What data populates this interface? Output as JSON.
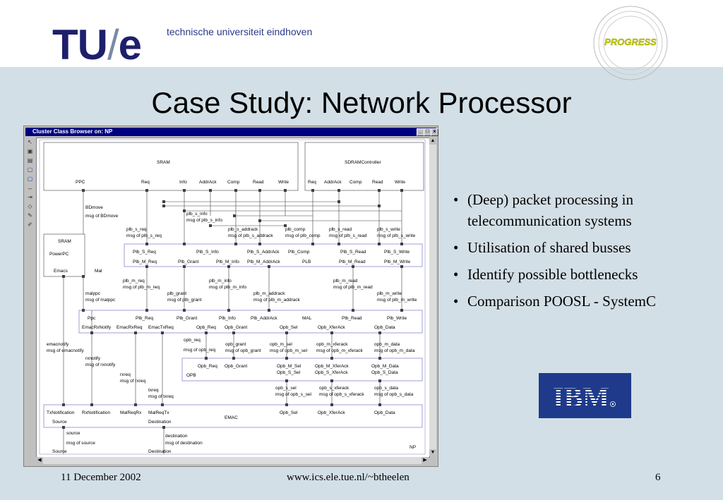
{
  "header": {
    "logo": {
      "tu": "TU",
      "slash": "/",
      "e": "e"
    },
    "university": "technische universiteit eindhoven",
    "progress_logo": {
      "text": "PROGRESS"
    }
  },
  "slide": {
    "title": "Case Study: Network Processor"
  },
  "window": {
    "title": "Cluster Class Browser on: NP",
    "controls": [
      "_",
      "□",
      "x"
    ]
  },
  "diagram": {
    "sram_top": {
      "title": "SRAM",
      "ports": [
        "PPC",
        "Req",
        "Info",
        "AddrAck",
        "Comp",
        "Read",
        "Write"
      ]
    },
    "sdram": {
      "title": "SDRAMController",
      "ports": [
        "Req",
        "AddrAck",
        "Comp",
        "Read",
        "Write"
      ]
    },
    "sram_left": {
      "title": "SRAM",
      "sub": "PowerPC",
      "ports": [
        "Emacs",
        "Mal"
      ]
    },
    "plb": {
      "ports_top": [
        "Plb_S_Req",
        "Plb_S_Info",
        "Plb_S_AddrAck",
        "Plb_Comp",
        "Plb_S_Read",
        "Plb_S_Write"
      ],
      "ports_bottom": [
        "Plb_M_Req",
        "Plb_Grant",
        "Plb_M_Info",
        "Plb_M_AddrAck",
        "PLB",
        "Plb_M_Read",
        "Plb_M_Write"
      ]
    },
    "mal": {
      "ports_top": [
        "Ppc",
        "Plb_Req",
        "Plb_Grant",
        "Plb_Info",
        "Plb_AddrAck",
        "MAL",
        "Plb_Read",
        "Plb_Write"
      ],
      "ports_bottom": [
        "EmacRxNotify",
        "EmacRxReq",
        "EmacTxReq",
        "Opb_Req",
        "Opb_Grant",
        "Opb_Sel",
        "Opb_XferAck",
        "Opb_Data"
      ]
    },
    "opb": {
      "ports_top": [
        "Opb_Req",
        "Opb_Grant",
        "Opb_M_Sel",
        "Opb_M_XferAck",
        "Opb_M_Data"
      ],
      "ports_bottom": [
        "OPB",
        "Opb_S_Sel",
        "Opb_S_XferAck",
        "Opb_S_Data"
      ]
    },
    "emac": {
      "ports_top": [
        "TxNotification",
        "RxNotification",
        "MalReqRx",
        "MalReqTx",
        "Opb_Sel",
        "Opb_XferAck",
        "Opb_Data"
      ],
      "ports_bottom": [
        "Source",
        "Destination"
      ],
      "title": "EMAC"
    },
    "bottom_ports": [
      "Source",
      "Destination"
    ],
    "np_label": "NP",
    "messages": [
      {
        "ch": "BDmove",
        "msg": "msg of BDmove"
      },
      {
        "ch": "plb_s_info",
        "msg": "msg of plb_s_info"
      },
      {
        "ch": "plb_s_req",
        "msg": "msg of plb_s_req"
      },
      {
        "ch": "plb_s_addrack",
        "msg": "msg of plb_s_addrack"
      },
      {
        "ch": "plb_comp",
        "msg": "msg of plb_comp"
      },
      {
        "ch": "plb_s_read",
        "msg": "msg of plb_s_read"
      },
      {
        "ch": "plb_s_write",
        "msg": "msg of plb_s_write"
      },
      {
        "ch": "plb_m_req",
        "msg": "msg of plb_m_req"
      },
      {
        "ch": "plb_m_info",
        "msg": "msg of plb_m_info"
      },
      {
        "ch": "plb_m_read",
        "msg": "msg of plb_m_read"
      },
      {
        "ch": "malppc",
        "msg": "msg of malppc"
      },
      {
        "ch": "plb_grant",
        "msg": "msg of plb_grant"
      },
      {
        "ch": "plb_m_addrack",
        "msg": "msg of plb_m_addrack"
      },
      {
        "ch": "plb_m_write",
        "msg": "msg of plb_m_write"
      },
      {
        "ch": "emacnotify",
        "msg": "msg of emacnotify"
      },
      {
        "ch": "opb_req",
        "msg": "msg of opb_req"
      },
      {
        "ch": "opb_grant",
        "msg": "msg of opb_grant"
      },
      {
        "ch": "opb_m_sel",
        "msg": "msg of opb_m_sel"
      },
      {
        "ch": "opb_m_xferack",
        "msg": "msg of opb_m_xferack"
      },
      {
        "ch": "opb_m_data",
        "msg": "msg of opb_m_data"
      },
      {
        "ch": "rxnotify",
        "msg": "msg of rxnotify"
      },
      {
        "ch": "rxreq",
        "msg": "msg of rxreq"
      },
      {
        "ch": "txreq",
        "msg": "msg of txreq"
      },
      {
        "ch": "opb_s_sel",
        "msg": "msg of opb_s_sel"
      },
      {
        "ch": "opb_s_xferack",
        "msg": "msg of opb_s_xferack"
      },
      {
        "ch": "opb_s_data",
        "msg": "msg of opb_s_data"
      },
      {
        "ch": "source",
        "msg": "msg of source"
      },
      {
        "ch": "destination",
        "msg": "msg of destination"
      }
    ]
  },
  "bullets": [
    "(Deep) packet processing in telecommunication systems",
    "Utilisation of shared busses",
    "Identify possible bottlenecks",
    "Comparison POOSL - SystemC"
  ],
  "ibm_logo": {
    "text": "IBM"
  },
  "footer": {
    "date": "11 December 2002",
    "url": "www.ics.ele.tue.nl/~btheelen",
    "page": "6"
  },
  "colors": {
    "background": "#d3dfe6",
    "ibm_blue": "#1f3a8b",
    "logo_navy": "#1d1f6b",
    "window_title": "#000080"
  }
}
